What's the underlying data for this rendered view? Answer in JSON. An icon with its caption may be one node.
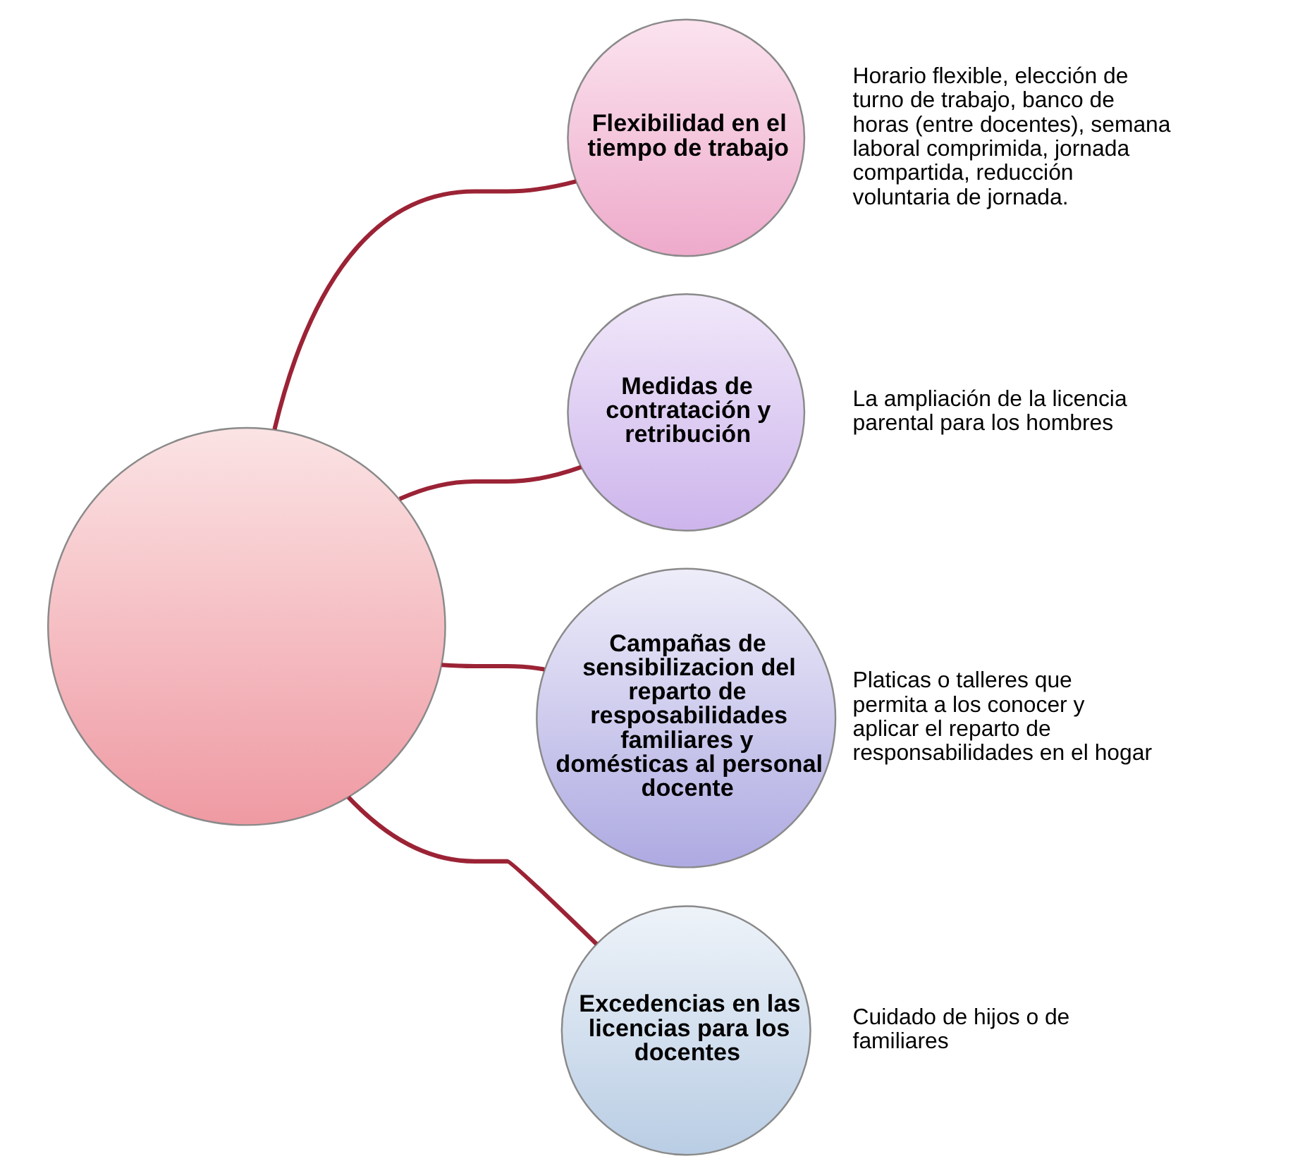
{
  "diagram": {
    "nodes": [
      {
        "text": [],
        "shape": "circle"
      },
      {
        "text": [
          "Flexibilidad en el tiempo de trabajo"
        ],
        "beside": [
          "Horario flexible, elección de turno de trabajo, banco de horas (entre docentes), semana laboral comprimida, jornada compartida, reducción voluntaria de jornada."
        ]
      },
      {
        "text": [
          "Medidas de contratación y retribución"
        ],
        "beside": [
          "La ampliación de la licencia parental para los hombres"
        ]
      },
      {
        "text": [
          "Campañas de sensibilizacion del reparto de resposabilidades familiares y domésticas al personal docente"
        ],
        "beside": [
          "Platicas o talleres que permita a los conocer y aplicar el reparto de responsabilidades en el hogar"
        ]
      },
      {
        "text": [
          "Excedencias en las licencias para los docentes"
        ],
        "beside": [
          "Cuidado de hijos o de familiares"
        ]
      }
    ],
    "edges": [
      {
        "from": 0,
        "to": 1,
        "arrow": "none",
        "color": "#9b2335"
      },
      {
        "from": 0,
        "to": 2,
        "arrow": "none",
        "color": "#9b2335"
      },
      {
        "from": 0,
        "to": 3,
        "arrow": "none",
        "color": "#9b2335"
      },
      {
        "from": 0,
        "to": 4,
        "arrow": "none",
        "color": "#9b2335"
      }
    ]
  }
}
